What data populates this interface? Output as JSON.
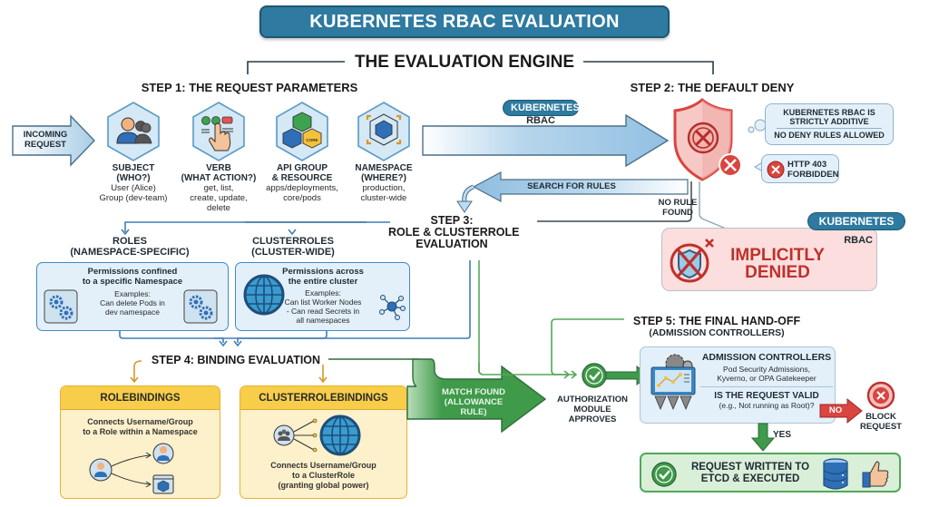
{
  "title": "KUBERNETES RBAC EVALUATION WORKFLOW",
  "engine_title": "THE EVALUATION ENGINE",
  "incoming": {
    "line1": "INCOMING",
    "line2": "REQUEST"
  },
  "step1": {
    "title": "STEP 1: THE REQUEST PARAMETERS",
    "params": [
      {
        "icon": "users-icon",
        "title1": "SUBJECT",
        "title2": "(WHO?)",
        "lines": [
          "User (Alice)",
          "Group (dev-team)"
        ]
      },
      {
        "icon": "hand-pointer-icon",
        "title1": "VERB",
        "title2": "(WHAT ACTION?)",
        "lines": [
          "get, list,",
          "create, update,",
          "delete"
        ]
      },
      {
        "icon": "cubes-icon",
        "title1": "API GROUP",
        "title2": "& RESOURCE",
        "lines": [
          "apps/deployments,",
          "core/pods"
        ],
        "badge": "CORE"
      },
      {
        "icon": "namespace-cube-icon",
        "title1": "NAMESPACE",
        "title2": "(WHERE?)",
        "lines": [
          "production,",
          "cluster-wide"
        ]
      }
    ]
  },
  "rbac_arrow": {
    "pill": "KUBERNETES",
    "label": "RBAC"
  },
  "step2": {
    "title": "STEP 2: THE DEFAULT DENY",
    "thought": {
      "line1": "KUBERNETES RBAC IS",
      "line2": "STRICTLY ADDITIVE",
      "line3": "NO DENY RULES ALLOWED"
    },
    "forbidden": {
      "line1": "HTTP 403",
      "line2": "FORBIDDEN"
    },
    "search_label": "SEARCH FOR RULES",
    "no_rule": {
      "line1": "NO RULE",
      "line2": "FOUND"
    }
  },
  "denied": {
    "pill": "KUBERNETES",
    "label": "RBAC",
    "line1": "IMPLICITLY",
    "line2": "DENIED"
  },
  "step3": {
    "title1": "STEP 3:",
    "title2": "ROLE & CLUSTERROLE",
    "title3": "EVALUATION",
    "roles": {
      "title1": "ROLES",
      "title2": "(NAMESPACE-SPECIFIC)",
      "desc1": "Permissions confined",
      "desc2": "to a specific Namespace",
      "ex1": "Examples:",
      "ex2": "Can delete Pods in",
      "ex3": "dev namespace"
    },
    "clusterroles": {
      "title1": "CLUSTERROLES",
      "title2": "(CLUSTER-WIDE)",
      "desc1": "Permissions across",
      "desc2": "the entire cluster",
      "ex1": "Examples:",
      "ex2": "Can list Worker Nodes",
      "ex3": "- Can read Secrets in",
      "ex4": "all namespaces"
    }
  },
  "step4": {
    "title": "STEP 4: BINDING EVALUATION",
    "rolebindings": {
      "title": "ROLEBINDINGS",
      "desc1": "Connects Username/Group",
      "desc2": "to a Role within a Namespace"
    },
    "clusterrolebindings": {
      "title": "CLUSTERROLEBINDINGS",
      "desc1": "Connects Username/Group",
      "desc2": "to a ClusterRole",
      "desc3": "(granting global power)"
    }
  },
  "match": {
    "line1": "MATCH FOUND",
    "line2": "(ALLOWANCE RULE)"
  },
  "approve": {
    "line1": "AUTHORIZATION",
    "line2": "MODULE",
    "line3": "APPROVES"
  },
  "step5": {
    "title": "STEP 5: THE FINAL HAND-OFF",
    "subtitle": "(ADMISSION CONTROLLERS)",
    "box_title": "ADMISSION CONTROLLERS",
    "desc1": "Pod Security Admissions,",
    "desc2": "Kyverno, or OPA Gatekeeper",
    "question1": "IS THE REQUEST VALID",
    "question2": "(e.g., Not running as Root)?",
    "no_label": "NO",
    "yes_label": "YES",
    "block1": "BLOCK",
    "block2": "REQUEST",
    "final1": "REQUEST WRITTEN TO",
    "final2": "ETCD & EXECUTED"
  },
  "colors": {
    "brand_blue": "#2e7aa0",
    "deny_red": "#d9453f",
    "allow_green": "#3f9a4a",
    "binding_yellow": "#f7cd4a"
  }
}
